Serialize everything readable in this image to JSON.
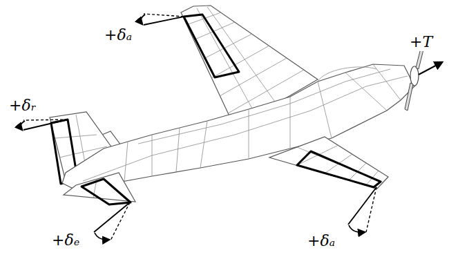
{
  "diagram": {
    "labels": [
      "+δₐ",
      "+T",
      "+δᵣ",
      "+δₑ",
      "+δₐ"
    ]
  }
}
